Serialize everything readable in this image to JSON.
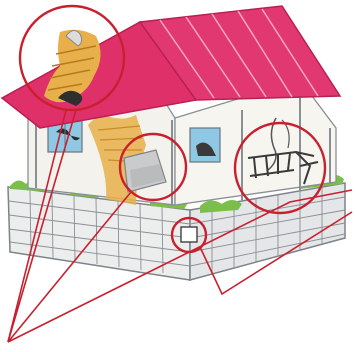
{
  "illustration": {
    "subject": "damaged-house",
    "colors": {
      "roof": "#e0306a",
      "roof_dark": "#b81f52",
      "roof_damage": "#e8b04a",
      "wall": "#f3f1ea",
      "wall_line": "#8a8f94",
      "foundation": "#e9eaec",
      "brick_line": "#7d8388",
      "window": "#8fc8e4",
      "grass": "#7bbf4a",
      "callout_circle": "#c8202f",
      "callout_line": "#c8202f",
      "rubble": "#c9cbcd",
      "debris": "#3a3a3a"
    },
    "callouts": [
      {
        "target": "roof-hole"
      },
      {
        "target": "fallen-wall-debris"
      },
      {
        "target": "broken-veranda-railing"
      },
      {
        "target": "foundation-crack"
      }
    ]
  }
}
